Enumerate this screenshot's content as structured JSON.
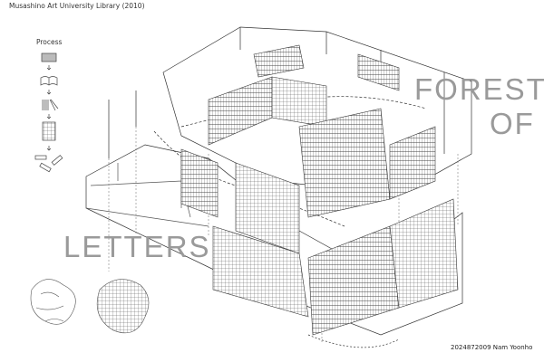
{
  "title": "Musashino Art University Library (2010)",
  "process": {
    "label": "Process",
    "steps": [
      "paper-icon",
      "open-book-icon",
      "book-spines-icon",
      "bookshelf-icon",
      "scattered-shelves-icon"
    ]
  },
  "headline": {
    "line1": "FOREST",
    "line2": "OF",
    "line3": "LETTERS"
  },
  "signature": "2024872009 Nam Yoonho",
  "colors": {
    "headline": "#9a9a9a",
    "line": "#333333"
  }
}
